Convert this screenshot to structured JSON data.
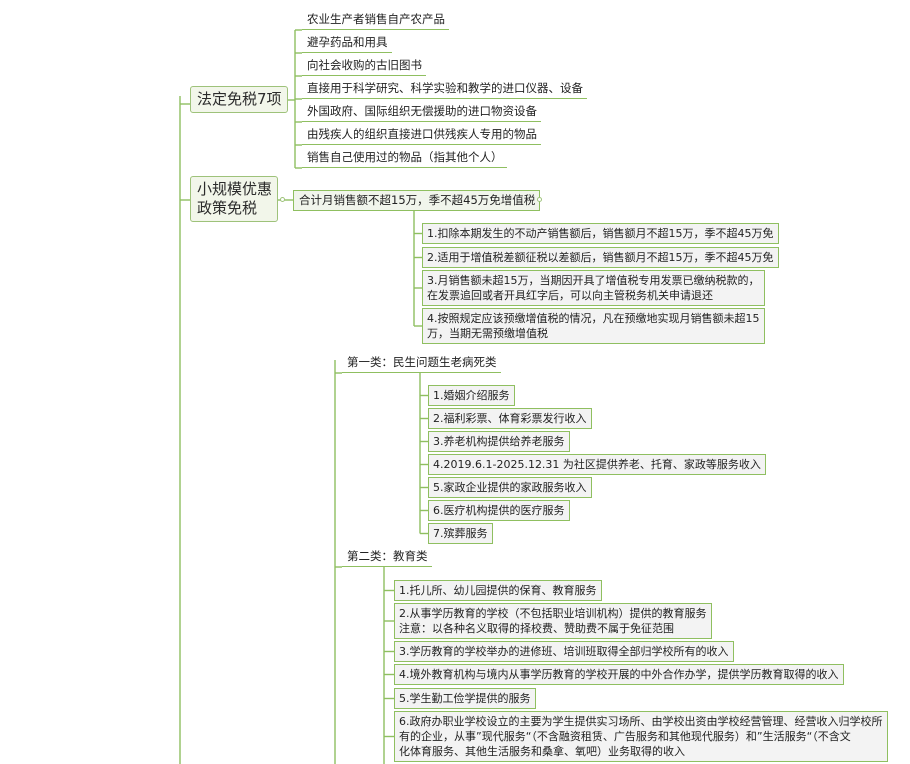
{
  "legal_exemptions": {
    "title": "法定免税7项",
    "items": [
      "农业生产者销售自产农产品",
      "避孕药品和用具",
      "向社会收购的古旧图书",
      "直接用于科学研究、科学实验和教学的进口仪器、设备",
      "外国政府、国际组织无偿援助的进口物资设备",
      "由残疾人的组织直接进口供残疾人专用的物品",
      "销售自己使用过的物品（指其他个人）"
    ]
  },
  "small_scale": {
    "title": "小规模优惠\n政策免税",
    "main": "合计月销售额不超15万，季不超45万免增值税",
    "details": [
      "1.扣除本期发生的不动产销售额后，销售额月不超15万，季不超45万免",
      "2.适用于增值税差额征税以差额后，销售额月不超15万，季不超45万免",
      "3.月销售额未超15万，当期因开具了增值税专用发票已缴纳税款的，\n在发票追回或者开具红字后，可以向主管税务机关申请退还",
      "4.按照规定应该预缴增值税的情况，凡在预缴地实现月销售额未超15\n万，当期无需预缴增值税"
    ]
  },
  "category1": {
    "title": "第一类：民生问题生老病死类",
    "items": [
      "1.婚姻介绍服务",
      "2.福利彩票、体育彩票发行收入",
      "3.养老机构提供给养老服务",
      "4.2019.6.1-2025.12.31 为社区提供养老、托育、家政等服务收入",
      "5.家政企业提供的家政服务收入",
      "6.医疗机构提供的医疗服务",
      "7.殡葬服务"
    ]
  },
  "category2": {
    "title": "第二类：教育类",
    "items": [
      "1.托儿所、幼儿园提供的保育、教育服务",
      "2.从事学历教育的学校（不包括职业培训机构）提供的教育服务\n注意：以各种名义取得的择校费、赞助费不属于免征范围",
      "3.学历教育的学校举办的进修班、培训班取得全部归学校所有的收入",
      "4.境外教育机构与境内从事学历教育的学校开展的中外合作办学，提供学历教育取得的收入",
      "5.学生勤工俭学提供的服务",
      "6.政府办职业学校设立的主要为学生提供实习场所、由学校出资由学校经营管理、经营收入归学校所\n有的企业，从事”现代服务“（不含融资租赁、广告服务和其他现代服务）和”生活服务“（不含文\n化体育服务、其他生活服务和桑拿、氧吧）业务取得的收入"
    ]
  },
  "colors": {
    "branch": "#8fbf60",
    "box_fill": "#f3f3f3",
    "topic_fill": "#f2f6ea"
  }
}
